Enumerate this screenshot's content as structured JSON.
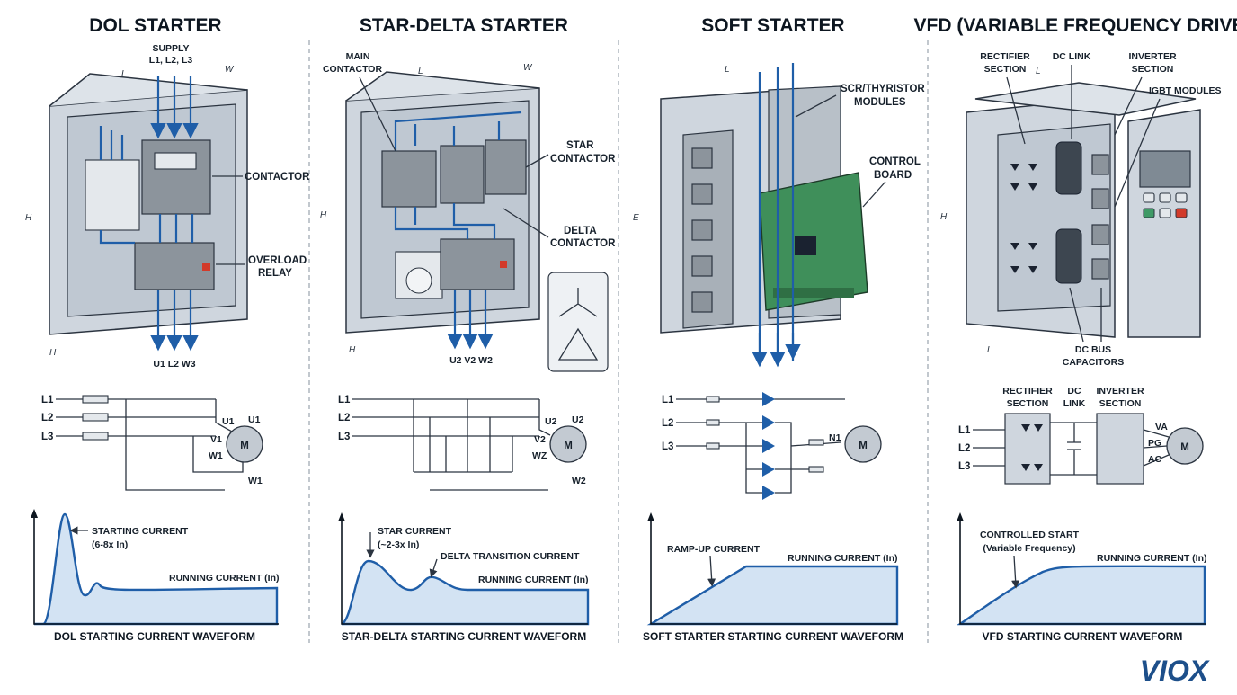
{
  "sections": {
    "dol": {
      "title": "DOL STARTER",
      "supply_label_1": "SUPPLY",
      "supply_label_2": "L1, L2, L3",
      "dim_l": "L",
      "dim_w": "W",
      "dim_h": "H",
      "dim_h2": "H",
      "contactor_label": "CONTACTOR",
      "overload_label_1": "OVERLOAD",
      "overload_label_2": "RELAY",
      "output_label": "U1 L2 W3",
      "schematic": {
        "l1": "L1",
        "l2": "L2",
        "l3": "L3",
        "t1": "U1",
        "t2": "V1",
        "t3": "W1",
        "t4": "U1",
        "t5": "W1",
        "motor": "M"
      },
      "graph": {
        "annot_1": "STARTING CURRENT",
        "annot_2": "(6-8x In)",
        "running": "RUNNING CURRENT (In)",
        "caption": "DOL STARTING CURRENT WAVEFORM"
      }
    },
    "star_delta": {
      "title": "STAR-DELTA STARTER",
      "main_contactor_1": "MAIN",
      "main_contactor_2": "CONTACTOR",
      "star_contactor_1": "STAR",
      "star_contactor_2": "CONTACTOR",
      "delta_contactor_1": "DELTA",
      "delta_contactor_2": "CONTACTOR",
      "dim_l": "L",
      "dim_w": "W",
      "dim_h": "H",
      "dim_h2": "H",
      "output_label": "U2 V2 W2",
      "schematic": {
        "l1": "L1",
        "l2": "L2",
        "l3": "L3",
        "t1": "U2",
        "t2": "V2",
        "t3": "WZ",
        "t4": "U2",
        "t5": "W2",
        "motor": "M"
      },
      "graph": {
        "annot_1": "STAR CURRENT",
        "annot_2": "(~2-3x In)",
        "annot_3": "DELTA TRANSITION CURRENT",
        "running": "RUNNING CURRENT (In)",
        "caption": "STAR-DELTA STARTING CURRENT WAVEFORM"
      }
    },
    "soft": {
      "title": "SOFT STARTER",
      "dim_l": "L",
      "dim_h": "E",
      "scr_label_1": "SCR/THYRISTOR",
      "scr_label_2": "MODULES",
      "control_label_1": "CONTROL",
      "control_label_2": "BOARD",
      "schematic": {
        "l1": "L1",
        "l2": "L2",
        "l3": "L3",
        "t1": "N1",
        "motor": "M"
      },
      "graph": {
        "annot_1": "RAMP-UP CURRENT",
        "running": "RUNNING CURRENT (In)",
        "caption": "SOFT STARTER STARTING CURRENT WAVEFORM"
      }
    },
    "vfd": {
      "title": "VFD (VARIABLE FREQUENCY DRIVE)",
      "rectifier_1": "RECTIFIER",
      "rectifier_2": "SECTION",
      "dc_link": "DC LINK",
      "inverter_1": "INVERTER",
      "inverter_2": "SECTION",
      "igbt_label": "IGBT MODULES",
      "dc_bus_1": "DC BUS",
      "dc_bus_2": "CAPACITORS",
      "dim_l": "L",
      "dim_h": "H",
      "dim_l2": "L",
      "schematic": {
        "rect_1": "RECTIFIER",
        "rect_2": "SECTION",
        "dc_1": "DC",
        "dc_2": "LINK",
        "inv_1": "INVERTER",
        "inv_2": "SECTION",
        "l1": "L1",
        "l2": "L2",
        "l3": "L3",
        "o1": "VA",
        "o2": "PG",
        "o3": "AC",
        "motor": "M"
      },
      "graph": {
        "annot_1": "CONTROLLED START",
        "annot_2": "(Variable Frequency)",
        "running": "RUNNING CURRENT (In)",
        "caption": "VFD STARTING CURRENT WAVEFORM"
      }
    }
  },
  "brand": {
    "logo": "VIOX"
  },
  "colors": {
    "accent_blue": "#1f5ea8",
    "fill_blue": "#d3e3f3",
    "pcb_green": "#3f8f5a",
    "ink": "#0d1620"
  }
}
